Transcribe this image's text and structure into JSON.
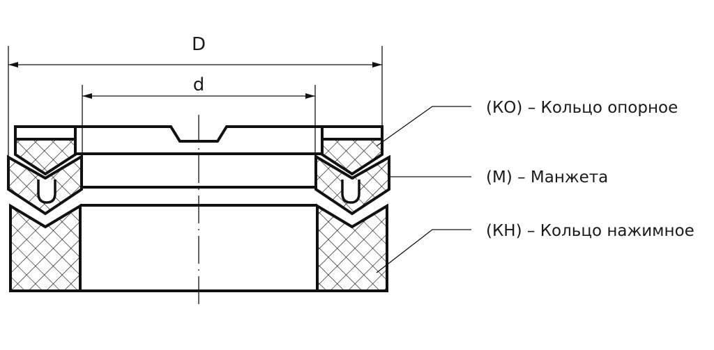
{
  "dimensions": {
    "outer_diameter": "D",
    "inner_diameter": "d"
  },
  "legend": [
    {
      "code": "КО",
      "text": "(КО) – Кольцо опорное"
    },
    {
      "code": "М",
      "text": "(М) – Манжета"
    },
    {
      "code": "КН",
      "text": "(КН) – Кольцо нажимное"
    }
  ],
  "colors": {
    "line": "#111111",
    "background": "#ffffff"
  }
}
